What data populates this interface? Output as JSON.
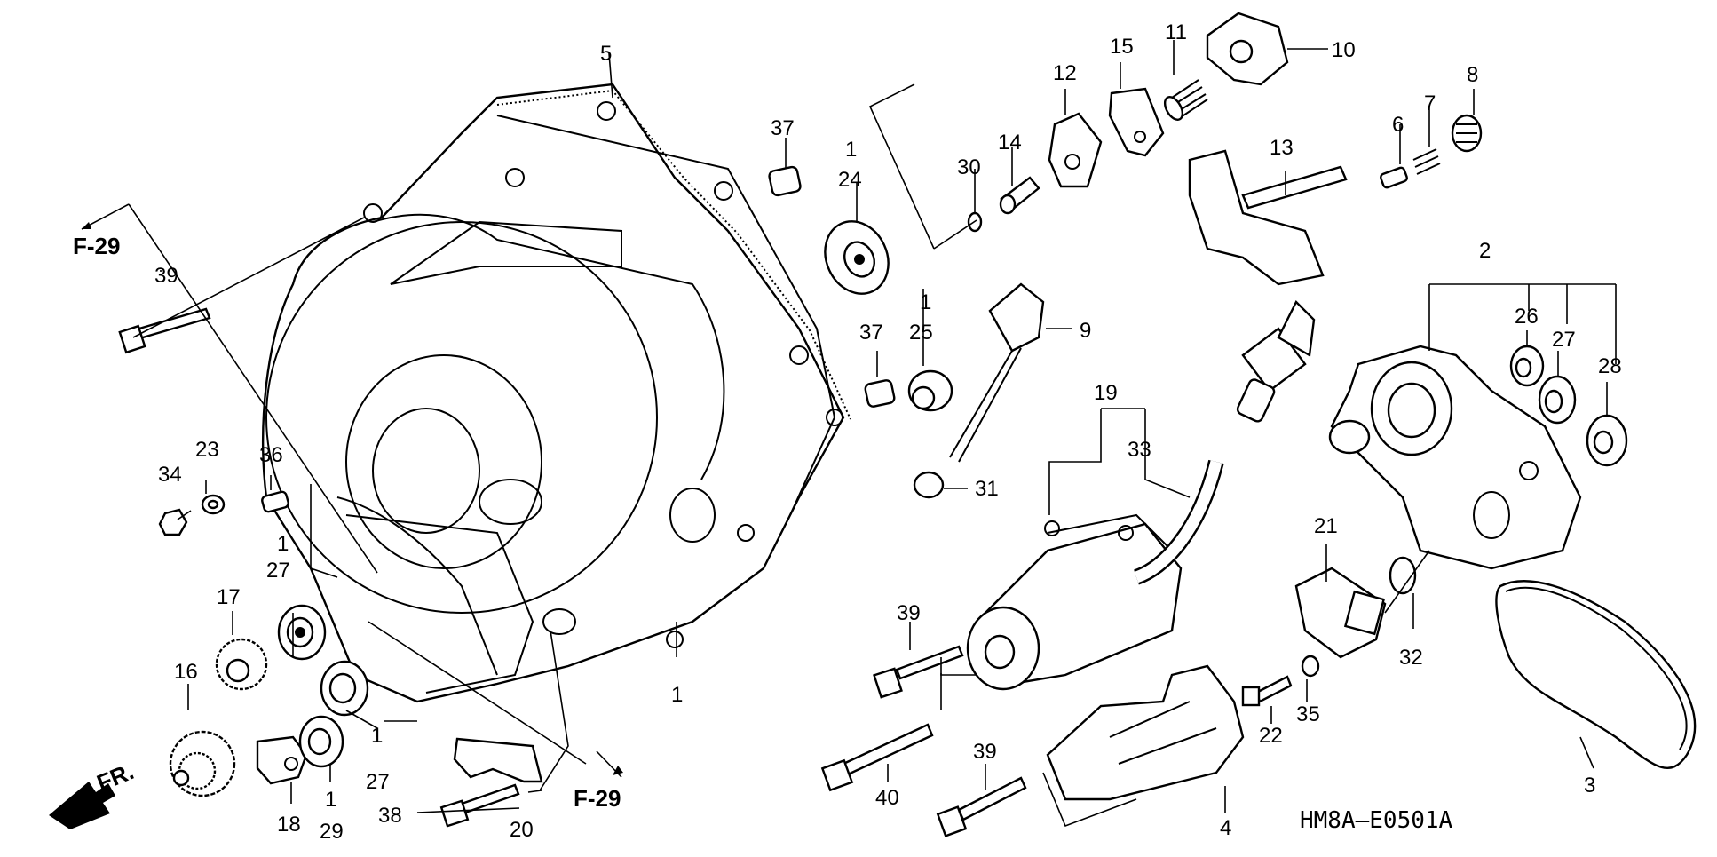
{
  "diagram_code": "HM8A—E0501A",
  "front_arrow_label": "FR.",
  "ref_labels": [
    "F-29",
    "F-29"
  ],
  "callouts": {
    "c1_main": "1",
    "c2": "2",
    "c3": "3",
    "c4": "4",
    "c5": "5",
    "c6": "6",
    "c7": "7",
    "c8": "8",
    "c9": "9",
    "c10": "10",
    "c11": "11",
    "c12": "12",
    "c13": "13",
    "c14": "14",
    "c15": "15",
    "c16": "16",
    "c17": "17",
    "c18": "18",
    "c19": "19",
    "c20": "20",
    "c21": "21",
    "c22": "22",
    "c23": "23",
    "c24": "24",
    "c25": "25",
    "c26": "26",
    "c27_a": "27",
    "c27_b": "27",
    "c27_c": "27",
    "c28": "28",
    "c29": "29",
    "c30": "30",
    "c31": "31",
    "c32": "32",
    "c33": "33",
    "c34": "34",
    "c35": "35",
    "c36": "36",
    "c37_a": "37",
    "c37_b": "37",
    "c38": "38",
    "c39_a": "39",
    "c39_b": "39",
    "c39_c": "39",
    "c40": "40",
    "sup_1_a": "1",
    "sup_1_b": "1",
    "sup_1_c": "1",
    "sup_1_d": "1",
    "sup_1_e": "1"
  }
}
